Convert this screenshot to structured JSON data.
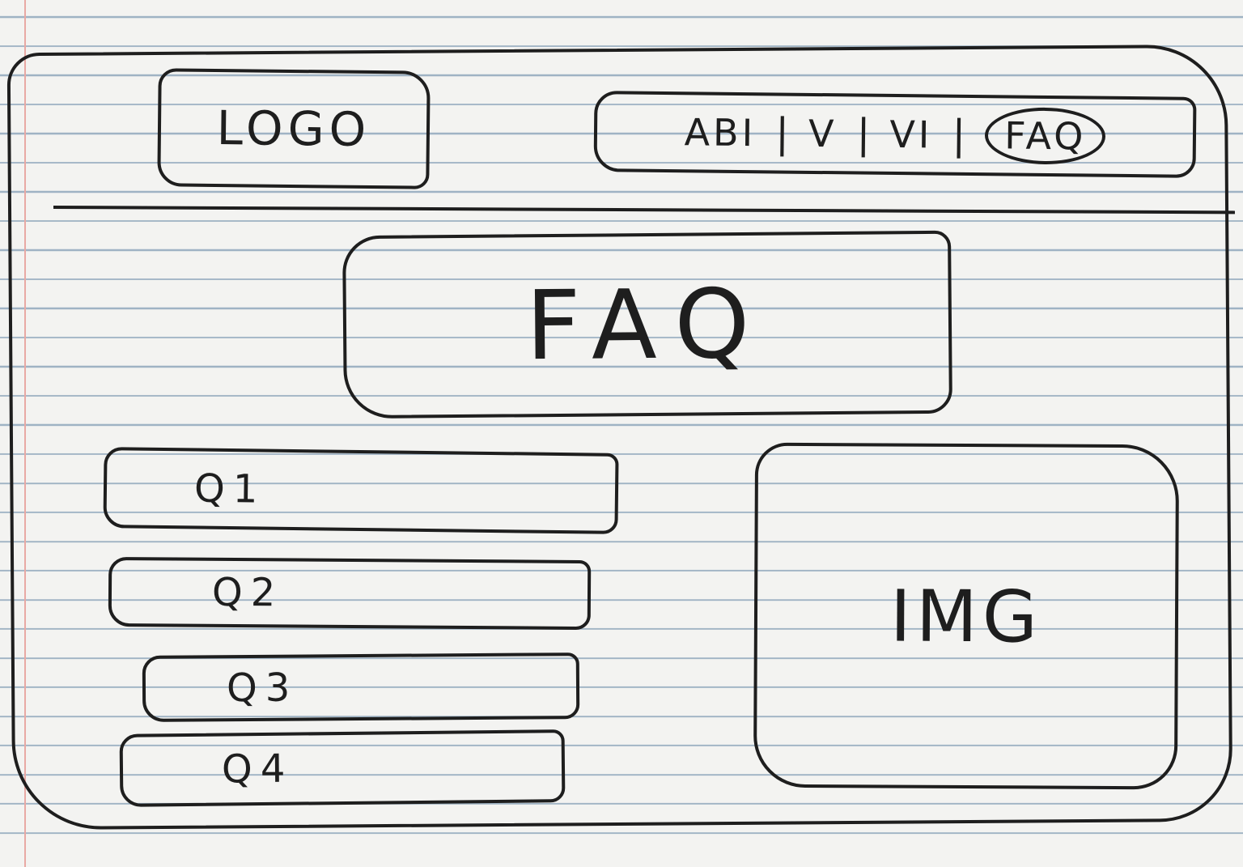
{
  "header": {
    "logo_label": "LOGO",
    "nav": [
      {
        "label": "ABI"
      },
      {
        "label": "V"
      },
      {
        "label": "VI"
      },
      {
        "label": "FAQ",
        "active": true
      }
    ],
    "separator": "|"
  },
  "main": {
    "title": "FAQ",
    "questions": [
      {
        "label": "Q1"
      },
      {
        "label": "Q2"
      },
      {
        "label": "Q3"
      },
      {
        "label": "Q4"
      }
    ],
    "image_label": "IMG"
  }
}
